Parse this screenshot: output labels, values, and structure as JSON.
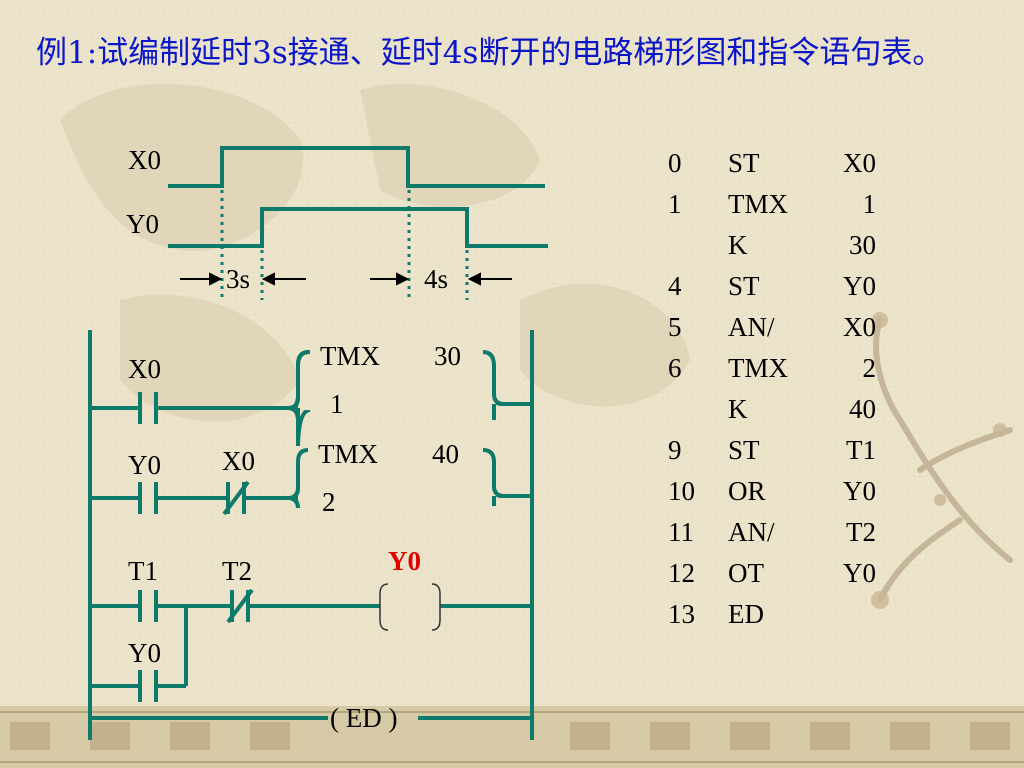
{
  "title": "例1:试编制延时3s接通、延时4s断开的电路梯形图和指令语句表。",
  "timing": {
    "x0_label": "X0",
    "y0_label": "Y0",
    "delay_on": "3s",
    "delay_off": "4s"
  },
  "ladder": {
    "rung1": {
      "contact": "X0",
      "timer": "TMX",
      "timer_no": "1",
      "setting": "30"
    },
    "rung2": {
      "contact1": "Y0",
      "contact2": "X0",
      "timer": "TMX",
      "timer_no": "2",
      "setting": "40"
    },
    "rung3": {
      "contact1": "T1",
      "contact2": "T2",
      "parallel": "Y0",
      "coil": "Y0"
    },
    "end": "( ED )"
  },
  "instructions": [
    {
      "addr": "0",
      "op": "ST",
      "operand": "X0"
    },
    {
      "addr": "1",
      "op": "TMX",
      "operand": "1"
    },
    {
      "addr": "",
      "op": "K",
      "operand": "30"
    },
    {
      "addr": "4",
      "op": "ST",
      "operand": "Y0"
    },
    {
      "addr": "5",
      "op": "AN/",
      "operand": "X0"
    },
    {
      "addr": "6",
      "op": "TMX",
      "operand": "2"
    },
    {
      "addr": "",
      "op": "K",
      "operand": "40"
    },
    {
      "addr": "9",
      "op": "ST",
      "operand": "T1"
    },
    {
      "addr": "10",
      "op": "OR",
      "operand": "Y0"
    },
    {
      "addr": "11",
      "op": "AN/",
      "operand": "T2"
    },
    {
      "addr": "12",
      "op": "OT",
      "operand": "Y0"
    },
    {
      "addr": "13",
      "op": "ED",
      "operand": ""
    }
  ],
  "colors": {
    "title": "#0b16c9",
    "ladder_lines": "#0e7a6a",
    "coil_label": "#e00000",
    "background": "#ece3cb"
  }
}
